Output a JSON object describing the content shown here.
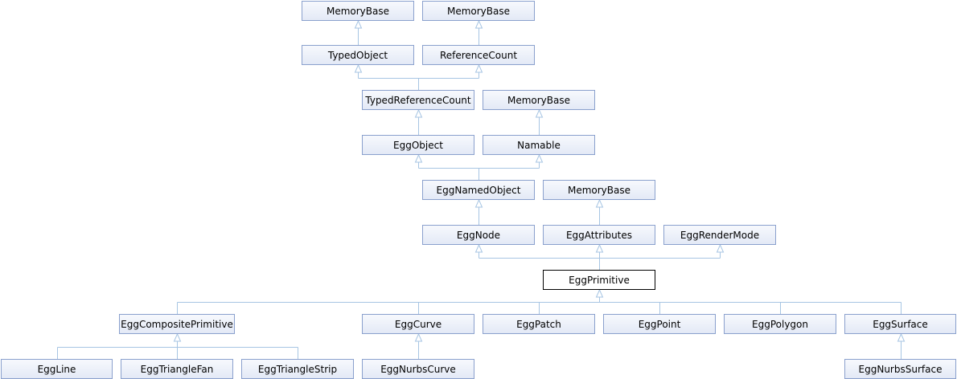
{
  "colors": {
    "edge": "#a7c5e3",
    "node_border": "#8aa0cd",
    "node_fill_top": "#f7f9fd",
    "node_fill_bottom": "#e3e9f6",
    "current_border": "#000000"
  },
  "nodes": {
    "mb1": "MemoryBase",
    "mb2": "MemoryBase",
    "typed_object": "TypedObject",
    "reference_count": "ReferenceCount",
    "typed_reference_count": "TypedReferenceCount",
    "mb3": "MemoryBase",
    "egg_object": "EggObject",
    "namable": "Namable",
    "egg_named_object": "EggNamedObject",
    "mb4": "MemoryBase",
    "egg_node": "EggNode",
    "egg_attributes": "EggAttributes",
    "egg_render_mode": "EggRenderMode",
    "egg_primitive": "EggPrimitive",
    "egg_composite_primitive": "EggCompositePrimitive",
    "egg_curve": "EggCurve",
    "egg_patch": "EggPatch",
    "egg_point": "EggPoint",
    "egg_polygon": "EggPolygon",
    "egg_surface": "EggSurface",
    "egg_line": "EggLine",
    "egg_triangle_fan": "EggTriangleFan",
    "egg_triangle_strip": "EggTriangleStrip",
    "egg_nurbs_curve": "EggNurbsCurve",
    "egg_nurbs_surface": "EggNurbsSurface"
  },
  "current_node": "egg_primitive",
  "edges": [
    {
      "parents": [
        "mb1"
      ],
      "children": [
        "typed_object"
      ]
    },
    {
      "parents": [
        "mb2"
      ],
      "children": [
        "reference_count"
      ]
    },
    {
      "parents": [
        "typed_object",
        "reference_count"
      ],
      "children": [
        "typed_reference_count"
      ]
    },
    {
      "parents": [
        "typed_reference_count"
      ],
      "children": [
        "egg_object"
      ]
    },
    {
      "parents": [
        "mb3"
      ],
      "children": [
        "namable"
      ]
    },
    {
      "parents": [
        "egg_object",
        "namable"
      ],
      "children": [
        "egg_named_object"
      ]
    },
    {
      "parents": [
        "egg_named_object"
      ],
      "children": [
        "egg_node"
      ]
    },
    {
      "parents": [
        "mb4"
      ],
      "children": [
        "egg_attributes"
      ]
    },
    {
      "parents": [
        "egg_node",
        "egg_attributes",
        "egg_render_mode"
      ],
      "children": [
        "egg_primitive"
      ]
    },
    {
      "parents": [
        "egg_primitive"
      ],
      "children": [
        "egg_composite_primitive",
        "egg_curve",
        "egg_patch",
        "egg_point",
        "egg_polygon",
        "egg_surface"
      ]
    },
    {
      "parents": [
        "egg_composite_primitive"
      ],
      "children": [
        "egg_line",
        "egg_triangle_fan",
        "egg_triangle_strip"
      ]
    },
    {
      "parents": [
        "egg_curve"
      ],
      "children": [
        "egg_nurbs_curve"
      ]
    },
    {
      "parents": [
        "egg_surface"
      ],
      "children": [
        "egg_nurbs_surface"
      ]
    }
  ]
}
